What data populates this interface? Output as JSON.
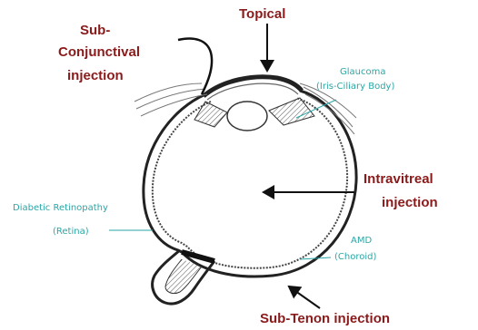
{
  "labels": {
    "topical": "Topical",
    "subconj_line1": "Sub-",
    "subconj_line2": "Conjunctival",
    "subconj_line3": "injection",
    "glaucoma_line1": "Glaucoma",
    "glaucoma_line2": "(Iris-Ciliary Body)",
    "intravitreal_line1": "Intravitreal",
    "intravitreal_line2": "injection",
    "diabetic_line1": "Diabetic Retinopathy",
    "diabetic_line2": "(Retina)",
    "amd_line1": "AMD",
    "amd_line2": "(Choroid)",
    "subtenon": "Sub-Tenon injection"
  },
  "colors": {
    "route_label": "#8b1a1a",
    "disease_label": "#2aa6a6",
    "anatomy_stroke": "#222222",
    "arrow": "#111111"
  }
}
